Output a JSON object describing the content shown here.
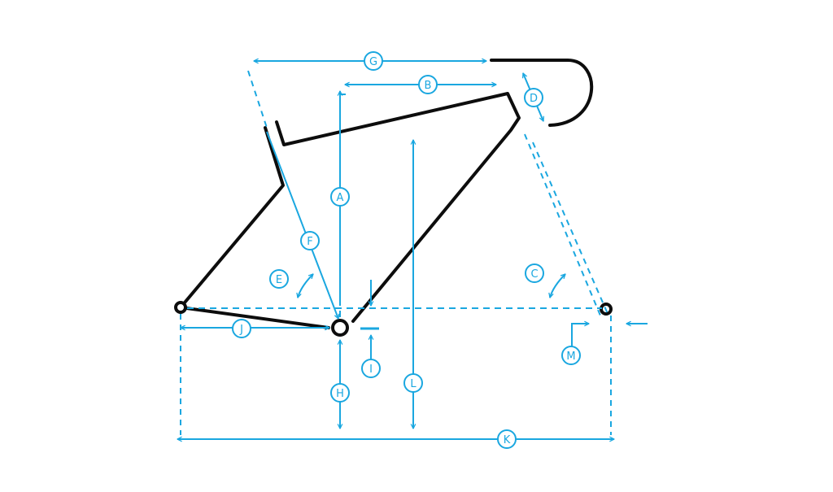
{
  "colors": {
    "frame": "#0d0d0d",
    "dimension": "#1aa7e0",
    "background": "#ffffff"
  },
  "labels": {
    "A": "A",
    "B": "B",
    "C": "C",
    "D": "D",
    "E": "E",
    "F": "F",
    "G": "G",
    "H": "H",
    "I": "I",
    "J": "J",
    "K": "K",
    "L": "L",
    "M": "M"
  }
}
